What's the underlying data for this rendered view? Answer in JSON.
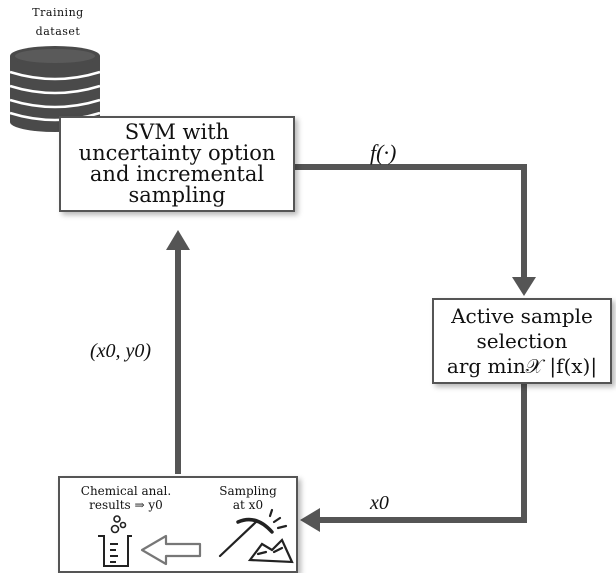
{
  "dataset": {
    "label_line1": "Training",
    "label_line2": "dataset",
    "icon": "database-icon"
  },
  "svm_box": {
    "line1": "SVM with",
    "line2": "uncertainty option",
    "line3": "and incremental",
    "line4": "sampling"
  },
  "active_box": {
    "line1": "Active sample",
    "line2": "selection",
    "line3": "arg min𝒳 |f(x)|"
  },
  "chem_box": {
    "left_line1": "Chemical anal.",
    "left_line2": "results ⇒ y0",
    "right_line1": "Sampling",
    "right_line2": "at x0",
    "icons": [
      "beaker-icon",
      "left-arrow-icon",
      "pickaxe-icon"
    ]
  },
  "edges": {
    "svm_to_active": "f(·)",
    "active_to_chem": "x0",
    "chem_to_svm": "(x0, y0)"
  },
  "colors": {
    "arrow": "#555555",
    "box_border": "#555555",
    "database": "#4a4a4a"
  }
}
